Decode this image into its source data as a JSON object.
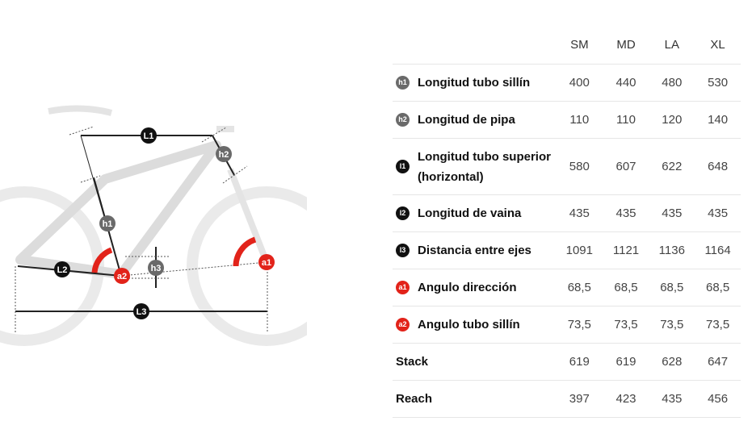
{
  "diagram": {
    "labels": {
      "L1": "L1",
      "L2": "L2",
      "L3": "L3",
      "h1": "h1",
      "h2": "h2",
      "h3": "h3",
      "a1": "a1",
      "a2": "a2"
    }
  },
  "colors": {
    "dark": "#111111",
    "gray": "#6a6a6a",
    "red": "#e2231a"
  },
  "table": {
    "sizes": [
      "SM",
      "MD",
      "LA",
      "XL"
    ],
    "rows": [
      {
        "badge": "h1",
        "badge_color": "gray",
        "label": "Longitud tubo sillín",
        "values": [
          "400",
          "440",
          "480",
          "530"
        ]
      },
      {
        "badge": "h2",
        "badge_color": "gray",
        "label": "Longitud de pipa",
        "values": [
          "110",
          "110",
          "120",
          "140"
        ]
      },
      {
        "badge": "l1",
        "badge_color": "dark",
        "label": "Longitud tubo superior (horizontal)",
        "values": [
          "580",
          "607",
          "622",
          "648"
        ]
      },
      {
        "badge": "l2",
        "badge_color": "dark",
        "label": "Longitud de vaina",
        "values": [
          "435",
          "435",
          "435",
          "435"
        ]
      },
      {
        "badge": "l3",
        "badge_color": "dark",
        "label": "Distancia entre ejes",
        "values": [
          "1091",
          "1121",
          "1136",
          "1164"
        ]
      },
      {
        "badge": "a1",
        "badge_color": "red",
        "label": "Angulo dirección",
        "values": [
          "68,5",
          "68,5",
          "68,5",
          "68,5"
        ]
      },
      {
        "badge": "a2",
        "badge_color": "red",
        "label": "Angulo tubo sillín",
        "values": [
          "73,5",
          "73,5",
          "73,5",
          "73,5"
        ]
      },
      {
        "badge": "",
        "badge_color": "",
        "label": "Stack",
        "values": [
          "619",
          "619",
          "628",
          "647"
        ]
      },
      {
        "badge": "",
        "badge_color": "",
        "label": "Reach",
        "values": [
          "397",
          "423",
          "435",
          "456"
        ]
      }
    ]
  }
}
